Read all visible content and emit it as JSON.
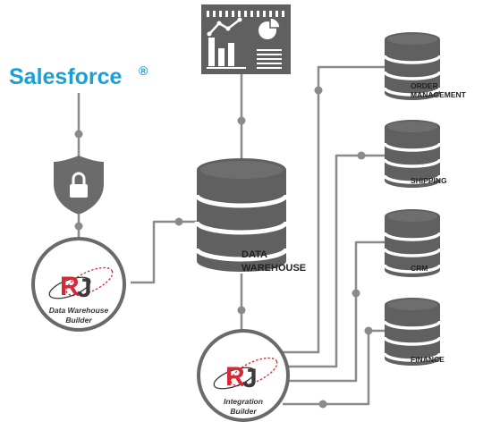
{
  "brand": {
    "name": "Salesforce",
    "mark": "®",
    "color": "#1a9fd6"
  },
  "colors": {
    "line": "#8a8a8a",
    "db": "#5f5f5f",
    "logo_red": "#d42a37",
    "logo_dark": "#3a3a3a"
  },
  "icons": {
    "dashboard": "dashboard-icon",
    "shield": "lock-shield-icon",
    "database": "database-icon"
  },
  "tools": {
    "dw_builder": {
      "logo": "RJ",
      "line1": "Data Warehouse",
      "line2": "Builder"
    },
    "int_builder": {
      "logo": "RJ",
      "line1": "Integration",
      "line2": "Builder"
    }
  },
  "warehouse": {
    "line1": "DATA",
    "line2": "WAREHOUSE"
  },
  "sources": [
    {
      "line1": "ORDER",
      "line2": "MANAGEMENT"
    },
    {
      "line1": "SHIPPING",
      "line2": ""
    },
    {
      "line1": "CRM",
      "line2": ""
    },
    {
      "line1": "FINANCE",
      "line2": ""
    }
  ]
}
